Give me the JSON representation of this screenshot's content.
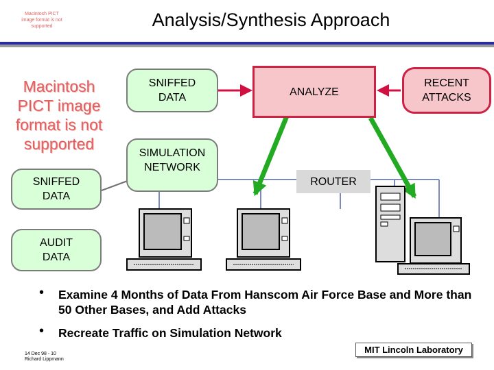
{
  "title": "Analysis/Synthesis Approach",
  "pict_placeholder_small": "Macintosh PICT image format is not supported",
  "pict_placeholder_large": "Macintosh PICT image format is not supported",
  "diagram": {
    "sniffed_data_top": "SNIFFED DATA",
    "analyze": "ANALYZE",
    "recent_attacks": "RECENT ATTACKS",
    "simulation_network": "SIMULATION NETWORK",
    "router": "ROUTER",
    "sniffed_data_left": "SNIFFED DATA",
    "audit_data": "AUDIT DATA"
  },
  "bullets": [
    "Examine  4 Months of Data From Hanscom Air Force Base and More than 50 Other Bases, and Add Attacks",
    "Recreate Traffic on Simulation Network"
  ],
  "footer": {
    "left_line1": "14   Dec 98 - 10",
    "left_line2": "Richard Lippmann",
    "right": "MIT Lincoln Laboratory"
  },
  "colors": {
    "rule_blue": "#2a2aa8",
    "arrow_red": "#d01040",
    "arrow_green": "#22aa22",
    "network_line": "#7a8ac0"
  }
}
